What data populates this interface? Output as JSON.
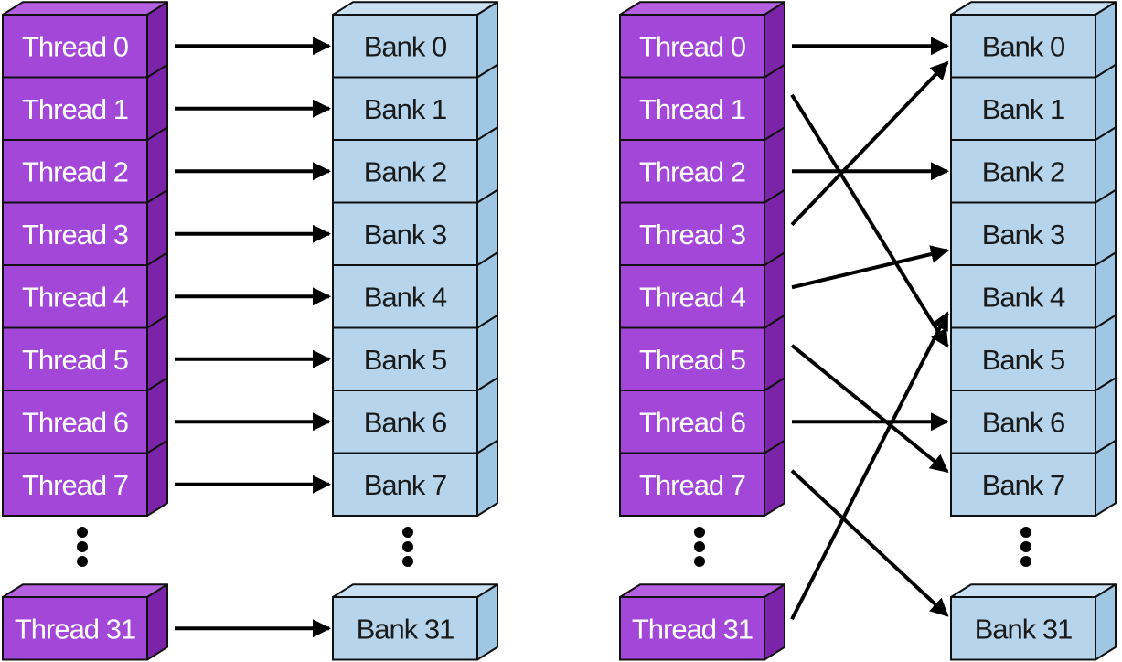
{
  "colors": {
    "thread_front": "#a347d8",
    "thread_side": "#7b24a9",
    "thread_top": "#b560e0",
    "bank_front": "#b6d5ec",
    "bank_side": "#9fc6e3",
    "bank_top": "#c9e0f2",
    "outline": "#111111",
    "arrow": "#000000"
  },
  "panels": [
    {
      "id": "linear",
      "threads": [
        "Thread 0",
        "Thread 1",
        "Thread 2",
        "Thread 3",
        "Thread 4",
        "Thread 5",
        "Thread 6",
        "Thread 7"
      ],
      "thread_last": "Thread 31",
      "banks": [
        "Bank 0",
        "Bank 1",
        "Bank 2",
        "Bank 3",
        "Bank 4",
        "Bank 5",
        "Bank 6",
        "Bank 7"
      ],
      "bank_last": "Bank 31",
      "mapping": [
        {
          "thread": "Thread 0",
          "bank": "Bank 0"
        },
        {
          "thread": "Thread 1",
          "bank": "Bank 1"
        },
        {
          "thread": "Thread 2",
          "bank": "Bank 2"
        },
        {
          "thread": "Thread 3",
          "bank": "Bank 3"
        },
        {
          "thread": "Thread 4",
          "bank": "Bank 4"
        },
        {
          "thread": "Thread 5",
          "bank": "Bank 5"
        },
        {
          "thread": "Thread 6",
          "bank": "Bank 6"
        },
        {
          "thread": "Thread 7",
          "bank": "Bank 7"
        },
        {
          "thread": "Thread 31",
          "bank": "Bank 31"
        }
      ]
    },
    {
      "id": "permuted",
      "threads": [
        "Thread 0",
        "Thread 1",
        "Thread 2",
        "Thread 3",
        "Thread 4",
        "Thread 5",
        "Thread 6",
        "Thread 7"
      ],
      "thread_last": "Thread 31",
      "banks": [
        "Bank 0",
        "Bank 1",
        "Bank 2",
        "Bank 3",
        "Bank 4",
        "Bank 5",
        "Bank 6",
        "Bank 7"
      ],
      "bank_last": "Bank 31",
      "mapping": [
        {
          "thread": "Thread 0",
          "bank": "Bank 0"
        },
        {
          "thread": "Thread 1",
          "bank": "Bank 5"
        },
        {
          "thread": "Thread 2",
          "bank": "Bank 2"
        },
        {
          "thread": "Thread 3",
          "bank": "Bank 0"
        },
        {
          "thread": "Thread 4",
          "bank": "Bank 3"
        },
        {
          "thread": "Thread 5",
          "bank": "Bank 7"
        },
        {
          "thread": "Thread 6",
          "bank": "Bank 6"
        },
        {
          "thread": "Thread 7",
          "bank": "Bank 31"
        },
        {
          "thread": "Thread 31",
          "bank": "Bank 4"
        }
      ]
    }
  ]
}
